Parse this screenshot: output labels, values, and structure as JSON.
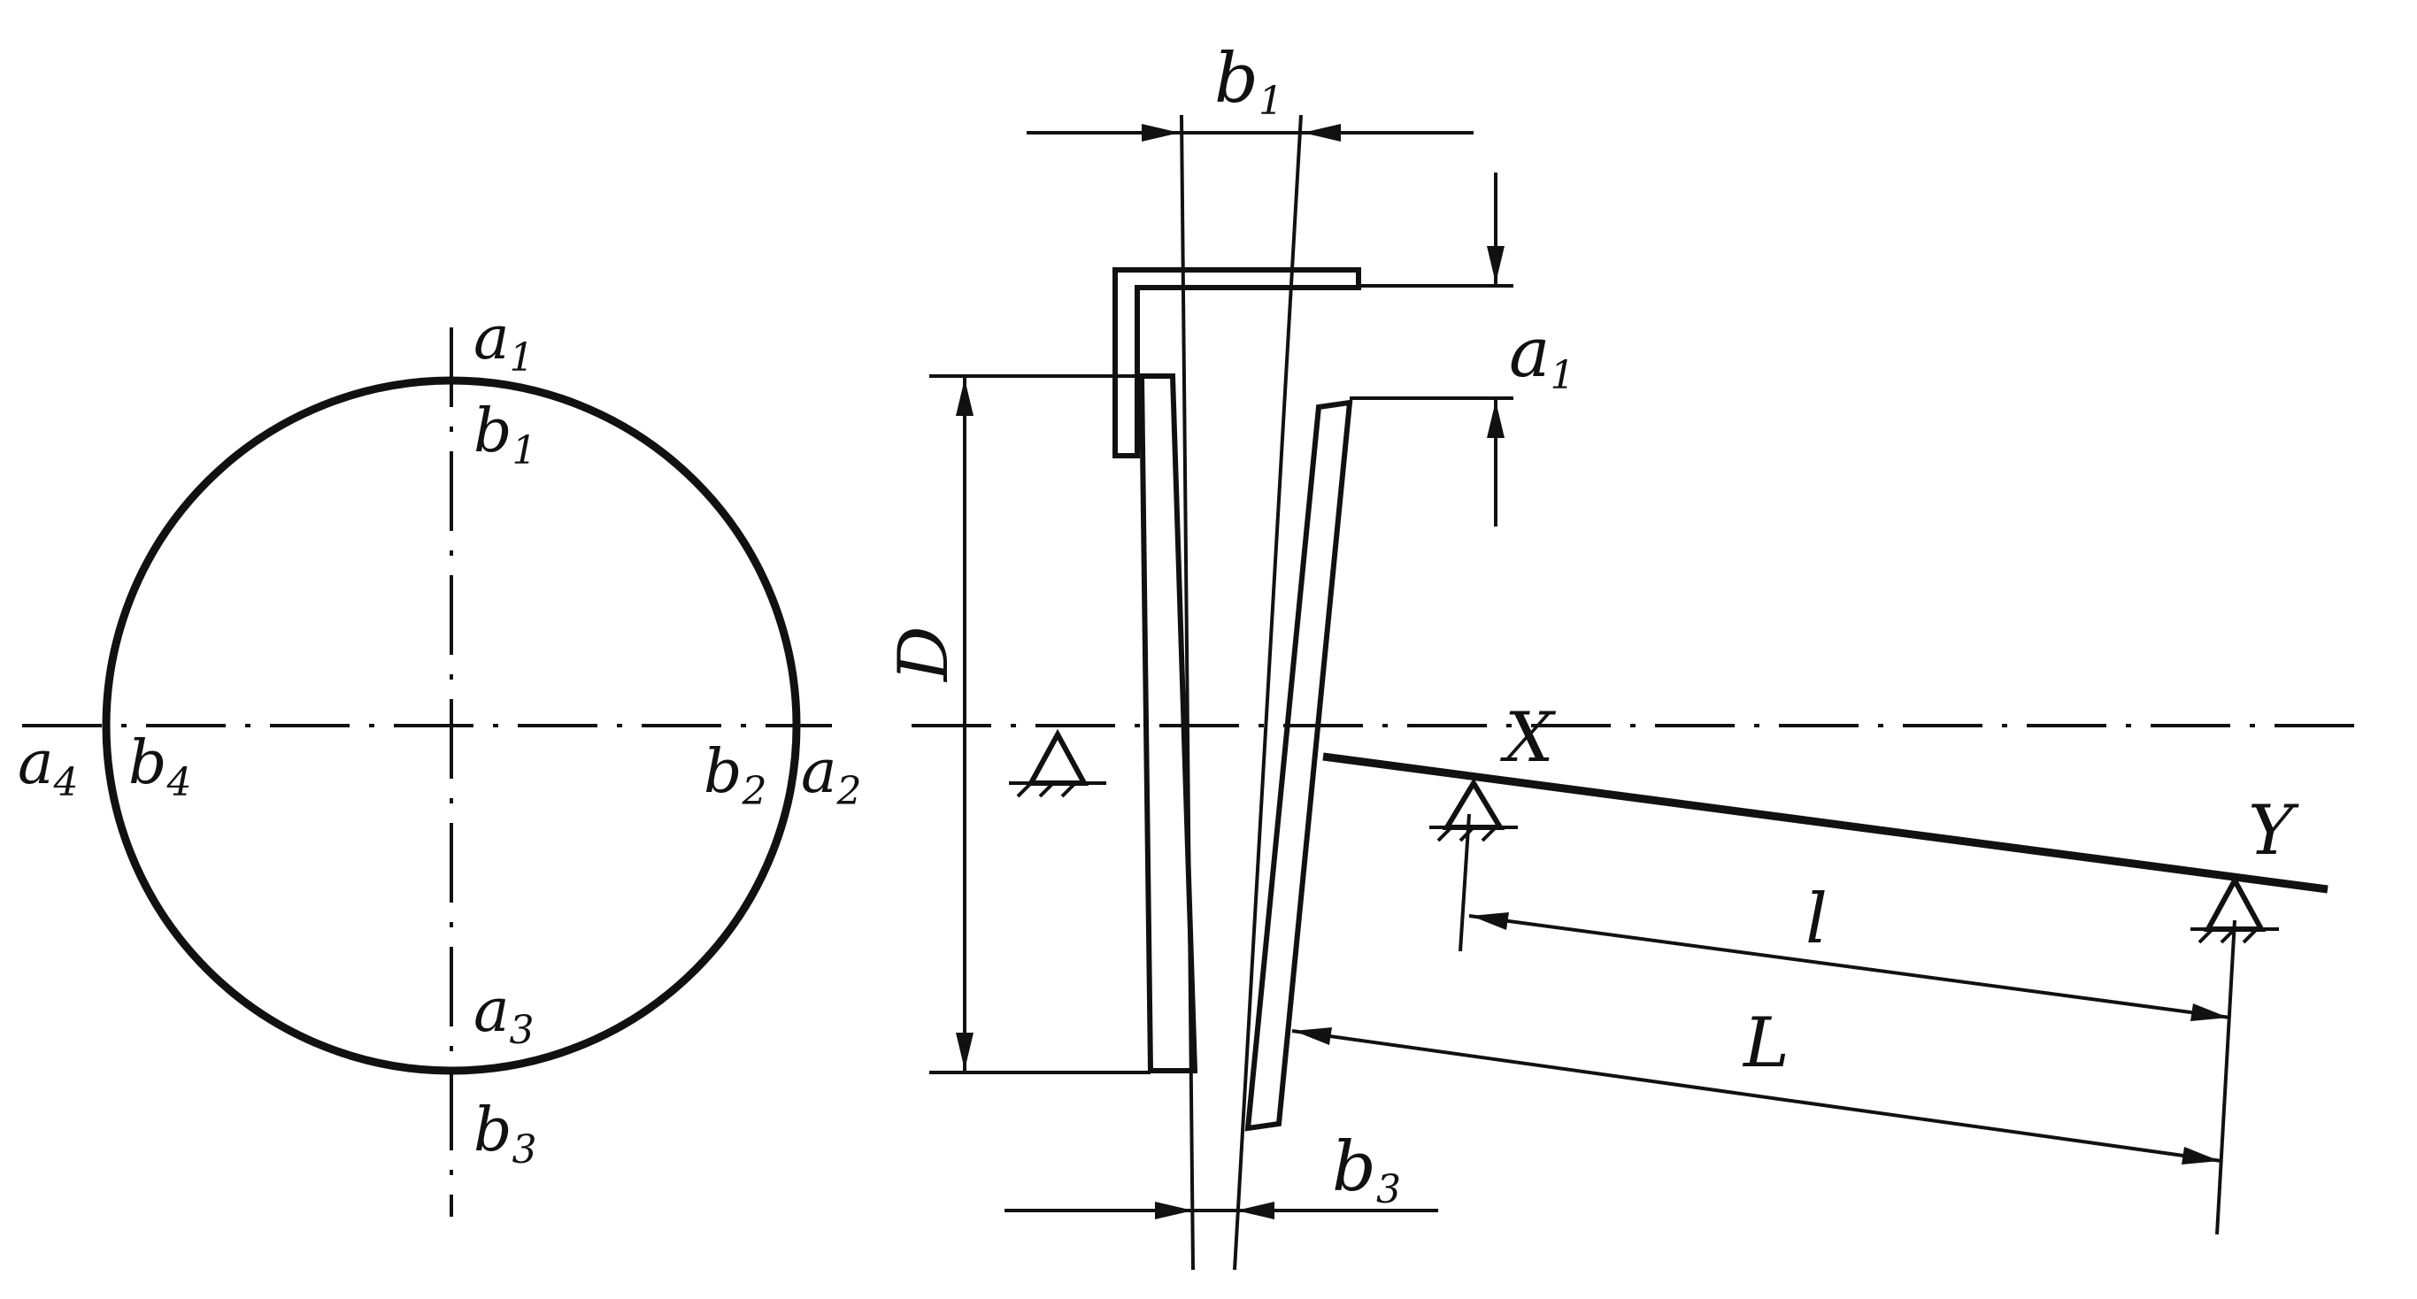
{
  "circle_view": {
    "labels": {
      "a1": "a",
      "a1_sub": "1",
      "b1": "b",
      "b1_sub": "1",
      "a2": "a",
      "a2_sub": "2",
      "b2": "b",
      "b2_sub": "2",
      "a3": "a",
      "a3_sub": "3",
      "b3": "b",
      "b3_sub": "3",
      "a4": "a",
      "a4_sub": "4",
      "b4": "b",
      "b4_sub": "4"
    }
  },
  "side_view": {
    "dim_b1": "b",
    "dim_b1_sub": "1",
    "dim_a1": "a",
    "dim_a1_sub": "1",
    "dim_D": "D",
    "dim_b3": "b",
    "dim_b3_sub": "3",
    "axis_x": "X",
    "axis_y": "Y",
    "dim_l": "l",
    "dim_L": "L"
  }
}
